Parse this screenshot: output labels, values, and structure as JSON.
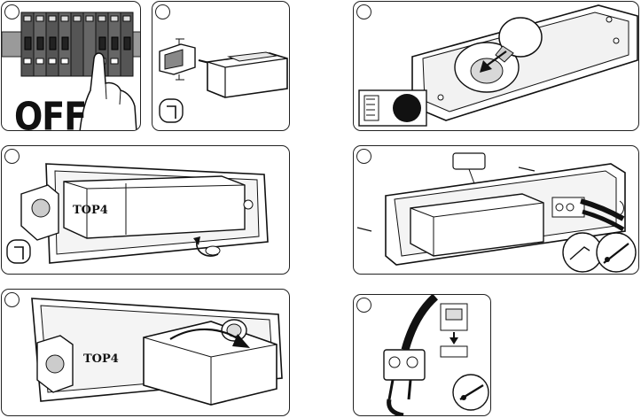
{
  "panel_1": {
    "label": "OFF"
  },
  "brand_text": {
    "top4_a": "TOP4",
    "top4_b": "TOP4"
  }
}
